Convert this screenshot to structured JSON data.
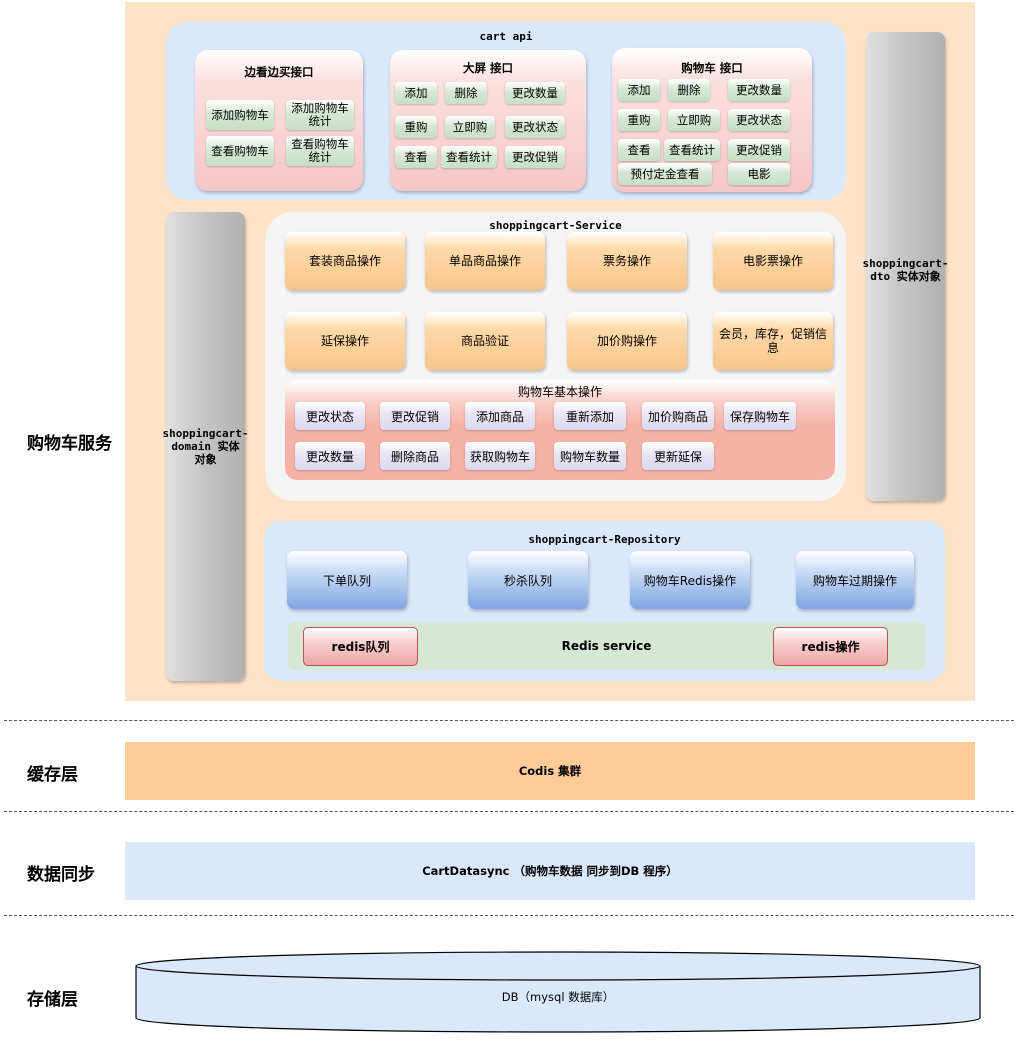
{
  "left_labels": {
    "service": "购物车服务",
    "cache": "缓存层",
    "sync": "数据同步",
    "storage": "存储层"
  },
  "cart_api": {
    "title": "cart api",
    "card1": {
      "title": "边看边买接口",
      "buttons": [
        "添加购物车",
        "添加购物车\n统计",
        "查看购物车",
        "查看购物车\n统计"
      ]
    },
    "card2": {
      "title": "大屏 接口",
      "buttons": [
        "添加",
        "删除",
        "更改数量",
        "重购",
        "立即购",
        "更改状态",
        "查看",
        "查看统计",
        "更改促销"
      ]
    },
    "card3": {
      "title": "购物车 接口",
      "buttons": [
        "添加",
        "删除",
        "更改数量",
        "重购",
        "立即购",
        "更改状态",
        "查看",
        "查看统计",
        "更改促销",
        "预付定金查看",
        "电影"
      ]
    }
  },
  "domain_bar": "shoppingcart-\ndomain  实体\n对象",
  "dto_bar": "shoppingcart-\ndto  实体对象",
  "service": {
    "title": "shoppingcart-Service",
    "ops": [
      "套装商品操作",
      "单品商品操作",
      "票务操作",
      "电影票操作",
      "延保操作",
      "商品验证",
      "加价购操作",
      "会员，库存，促销信\n息"
    ],
    "basic": {
      "title": "购物车基本操作",
      "row1": [
        "更改状态",
        "更改促销",
        "添加商品",
        "重新添加",
        "加价购商品",
        "保存购物车"
      ],
      "row2": [
        "更改数量",
        "删除商品",
        "获取购物车",
        "购物车数量",
        "更新延保"
      ]
    }
  },
  "repository": {
    "title": "shoppingcart-Repository",
    "items": [
      "下单队列",
      "秒杀队列",
      "购物车Redis操作",
      "购物车过期操作"
    ],
    "redis_service": "Redis service",
    "redis_queue": "redis队列",
    "redis_ops": "redis操作"
  },
  "cache_layer": "Codis 集群",
  "sync_layer": "CartDatasync （购物车数据 同步到DB 程序）",
  "storage_layer": "DB（mysql 数据库）"
}
